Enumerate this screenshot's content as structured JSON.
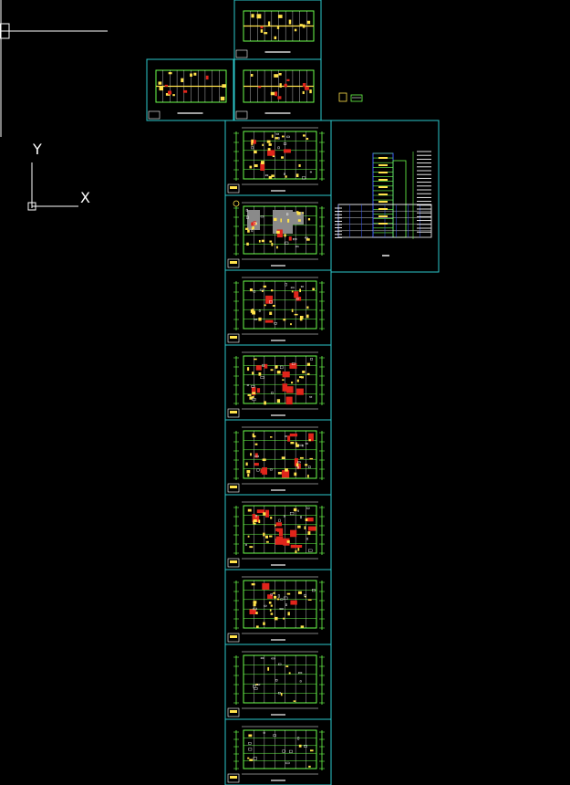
{
  "app": {
    "name": "CAD model space",
    "background_color": "#000000"
  },
  "ucs": {
    "y_label": "Y",
    "x_label": "X",
    "color": "#ffffff"
  },
  "colors": {
    "sheet_border": "#2cc8cc",
    "wall": "#6cff4c",
    "furniture": "#ffe24c",
    "hatch_red": "#e0251b",
    "dim_white": "#ffffff",
    "grey_fill": "#8a8a8a",
    "blue_line": "#3b5cff"
  },
  "sheets": [
    {
      "id": "sheet-top-floor-plan",
      "kind": "plan-narrow"
    },
    {
      "id": "sheet-left-plan",
      "kind": "plan-wide"
    },
    {
      "id": "sheet-right-plan",
      "kind": "plan-wide"
    },
    {
      "id": "sheet-floor-1",
      "kind": "plan"
    },
    {
      "id": "sheet-floor-2",
      "kind": "plan-grey"
    },
    {
      "id": "sheet-floor-3",
      "kind": "plan"
    },
    {
      "id": "sheet-floor-4",
      "kind": "plan-red"
    },
    {
      "id": "sheet-floor-5",
      "kind": "plan-red"
    },
    {
      "id": "sheet-floor-6",
      "kind": "plan-red-heavy"
    },
    {
      "id": "sheet-floor-7",
      "kind": "plan"
    },
    {
      "id": "sheet-floor-8",
      "kind": "plan-sparse"
    },
    {
      "id": "sheet-floor-9",
      "kind": "plan-sparse"
    },
    {
      "id": "sheet-section",
      "kind": "section"
    }
  ]
}
